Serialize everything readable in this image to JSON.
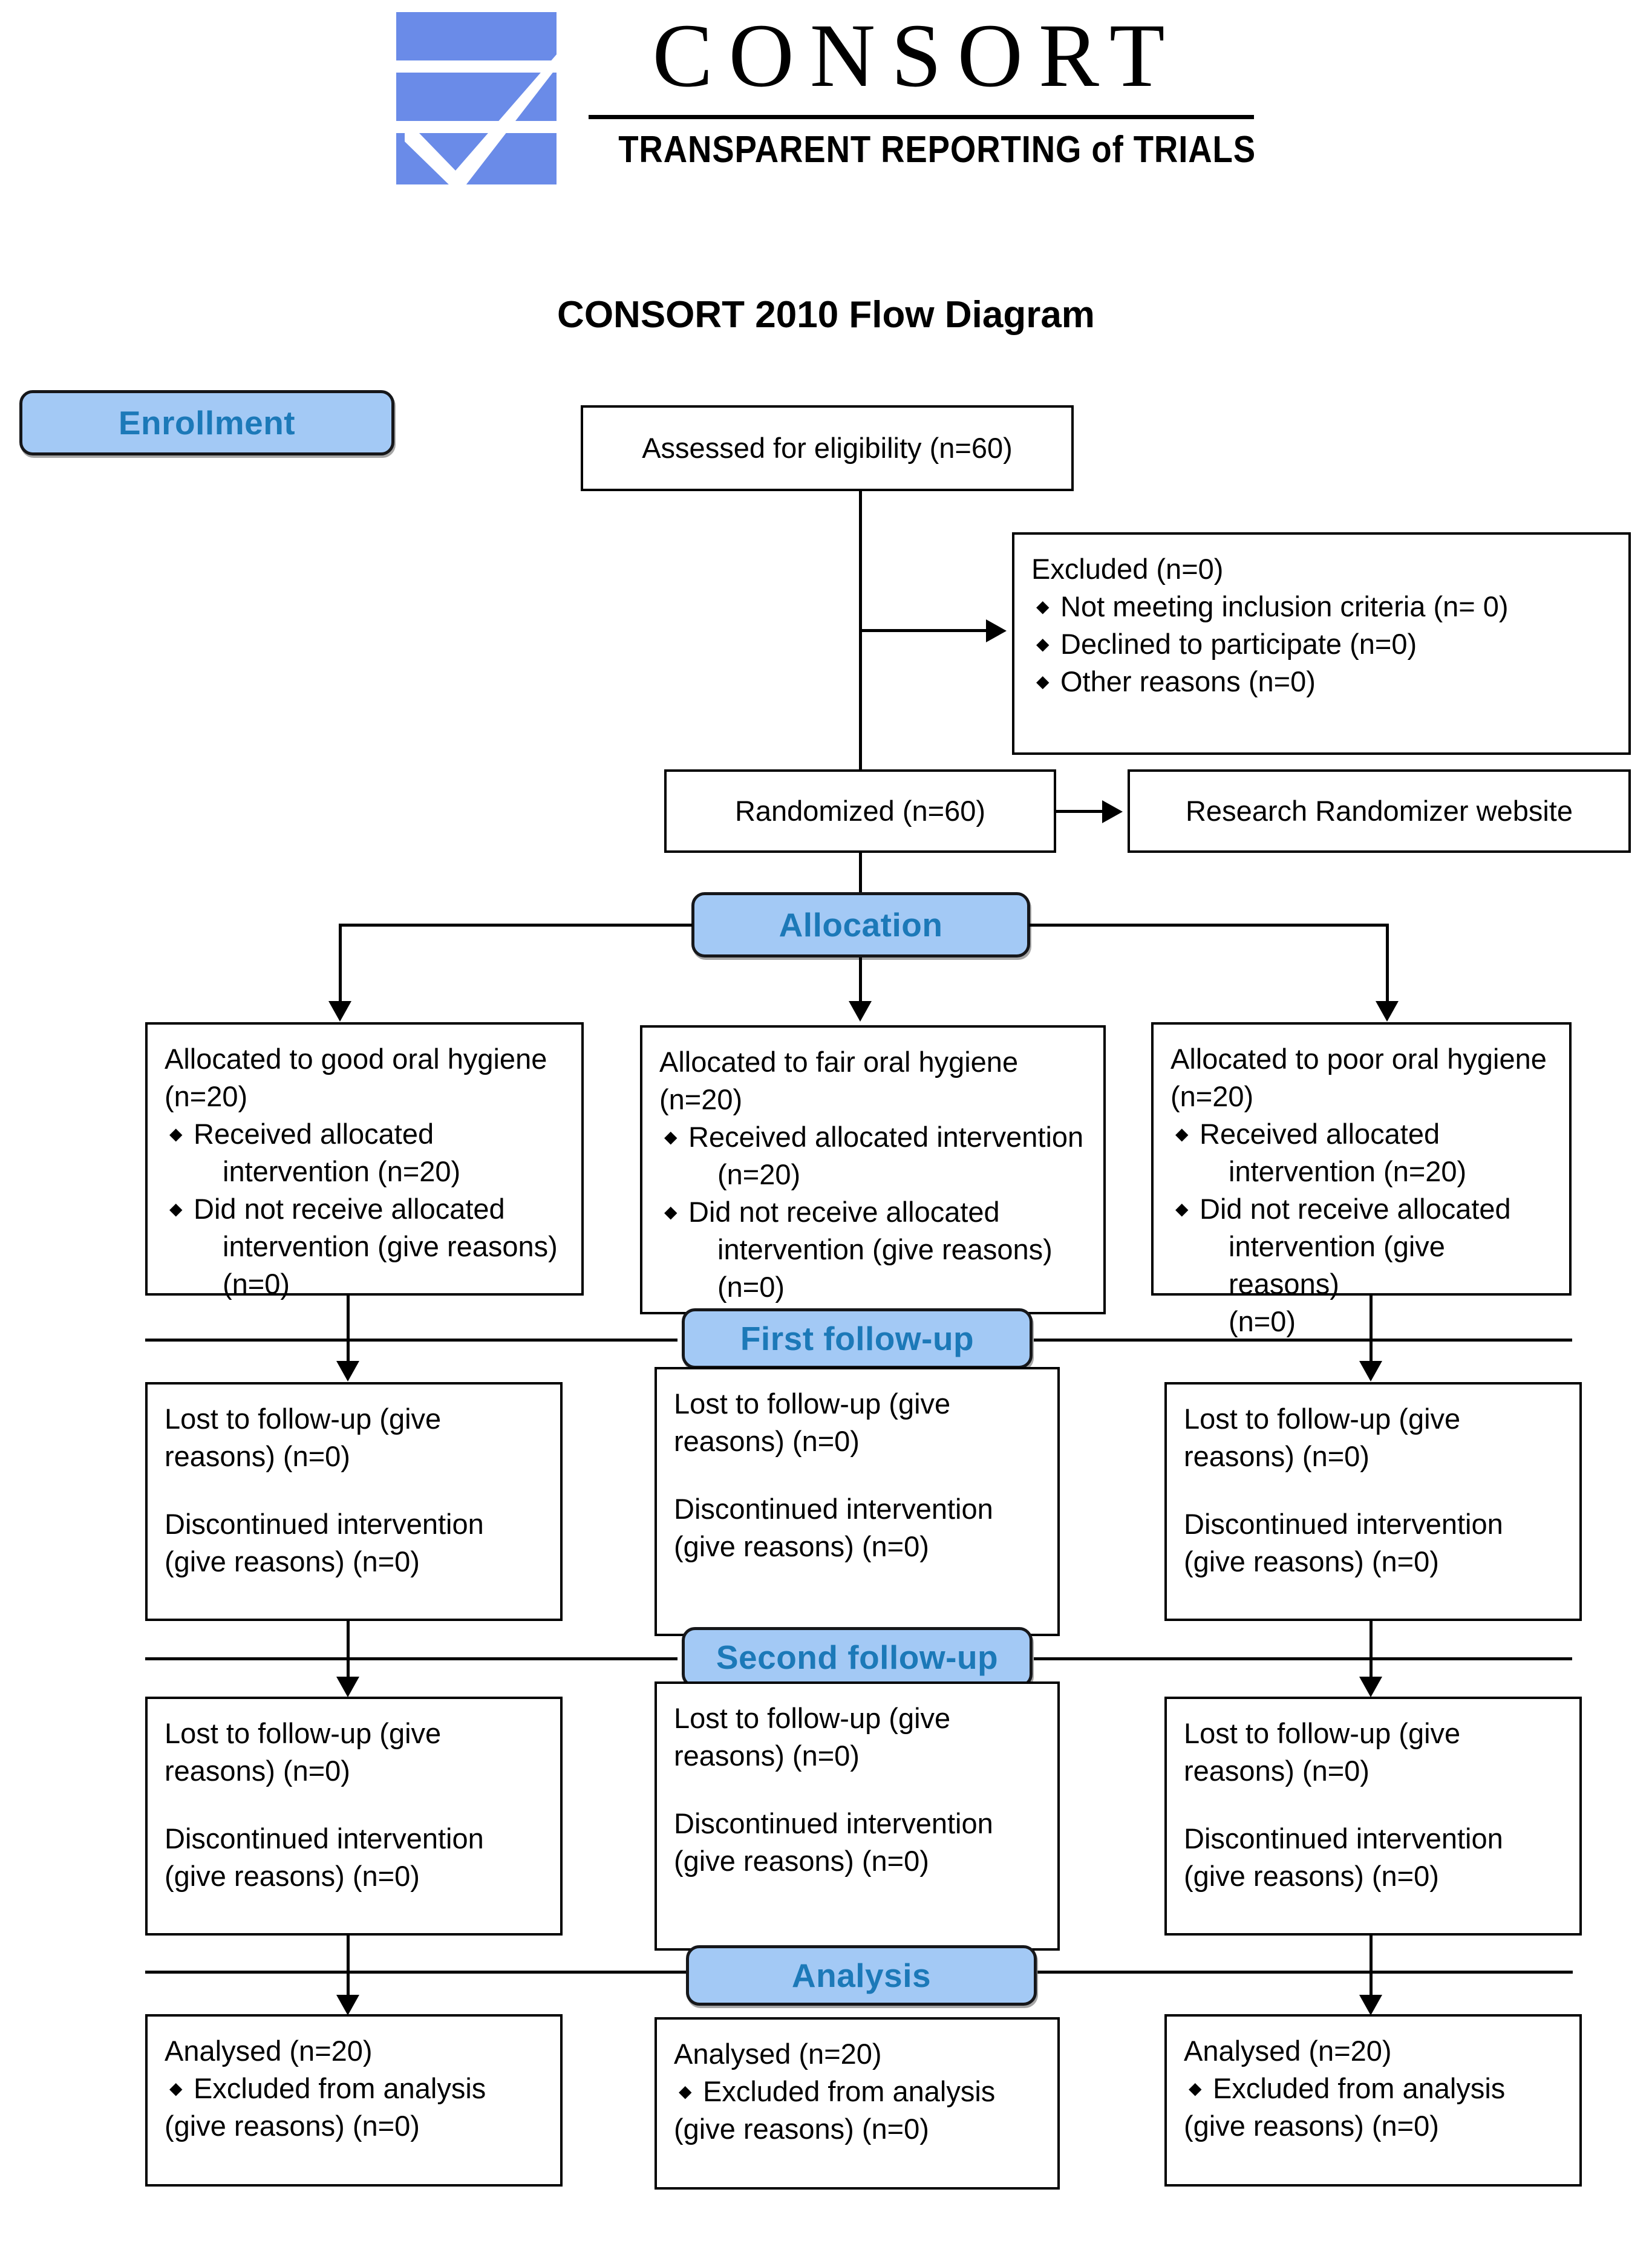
{
  "logo": {
    "wordmark": "CONSORT",
    "tagline": "TRANSPARENT REPORTING of TRIALS",
    "mark_name": "consort-checkmark-logo",
    "brand_blue": "#6A8BE8"
  },
  "page_title": "CONSORT 2010 Flow Diagram",
  "colors": {
    "banner_fill": "#A3C9F5",
    "banner_text": "#1C79B8",
    "box_border": "#000000",
    "logo_blue": "#6A8BE8"
  },
  "stages": {
    "enrollment": "Enrollment",
    "allocation": "Allocation",
    "first_followup": "First follow-up",
    "second_followup": "Second follow-up",
    "analysis": "Analysis"
  },
  "enrollment": {
    "assessed": "Assessed for eligibility (n=60)",
    "excluded_title": "Excluded (n=0)",
    "excluded_items": [
      "Not meeting inclusion criteria (n= 0)",
      "Declined to participate (n=0)",
      "Other reasons (n=0)"
    ],
    "randomized": "Randomized (n=60)",
    "randomizer_note": "Research Randomizer website"
  },
  "allocation_arms": [
    {
      "title": "Allocated to good oral hygiene",
      "count": "(n=20)",
      "bullets": [
        {
          "lead": "Received allocated",
          "cont": "intervention (n=20)"
        },
        {
          "lead": "Did not receive allocated",
          "cont": "intervention (give reasons)",
          "cont2": "(n=0)"
        }
      ]
    },
    {
      "title": "Allocated to fair oral hygiene",
      "count": "(n=20)",
      "bullets": [
        {
          "lead": "Received allocated intervention",
          "cont": "(n=20)"
        },
        {
          "lead": "Did not receive allocated",
          "cont": "intervention (give reasons)",
          "cont2": "(n=0)"
        }
      ]
    },
    {
      "title": "Allocated to poor oral hygiene",
      "count": "(n=20)",
      "bullets": [
        {
          "lead": "Received allocated",
          "cont": "intervention (n=20)"
        },
        {
          "lead": "Did not receive allocated",
          "cont": "intervention (give reasons)",
          "cont2": "(n=0)"
        }
      ]
    }
  ],
  "followup": {
    "lost": "Lost to follow-up (give reasons) (n=0)",
    "discontinued": "Discontinued intervention (give reasons) (n=0)"
  },
  "analysis_arms": {
    "analysed": "Analysed (n=20)",
    "excluded_lead": "Excluded from analysis",
    "excluded_cont": "(give reasons) (n=0)"
  }
}
